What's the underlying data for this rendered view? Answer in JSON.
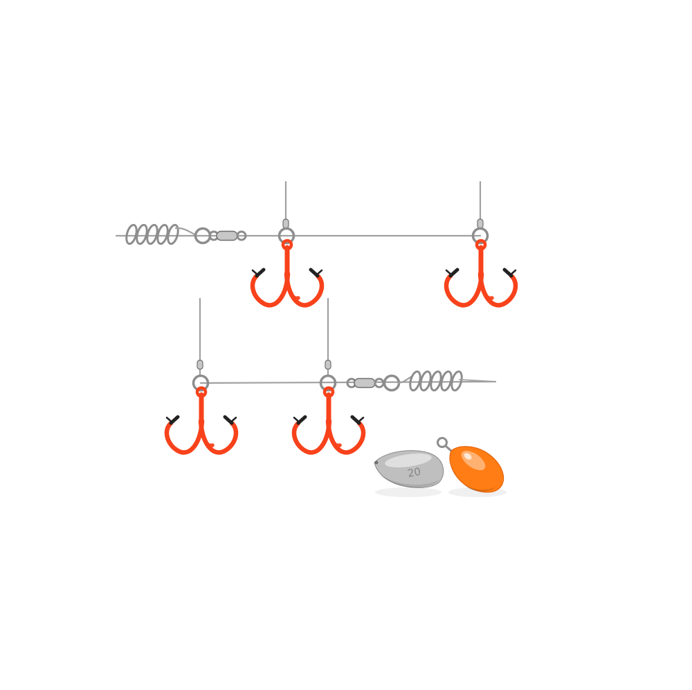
{
  "scene": {
    "type": "product-photo",
    "subject": "Two pike stinger rigs with red treble hooks, corkscrew bait screws, barrel swivels and wire leaders, plus two teardrop sinker weights",
    "treble_hook_count": 4,
    "corkscrew_count": 2,
    "barrel_swivel_count": 2,
    "weight_count": 2
  },
  "weights": {
    "silver": {
      "label": "20"
    }
  },
  "colors": {
    "background": "#ffffff",
    "wire": "#a0a0a0",
    "metal": "#8d8d8d",
    "metal_light": "#c7c7c7",
    "metal_dark": "#6e6e6e",
    "hook": "#f8421b",
    "tip": "#222222",
    "weight_silver": "#bfbfbf",
    "weight_silver_dark": "#8a8a8a",
    "weight_orange": "#ff7d14",
    "weight_orange_dark": "#e05a00"
  }
}
